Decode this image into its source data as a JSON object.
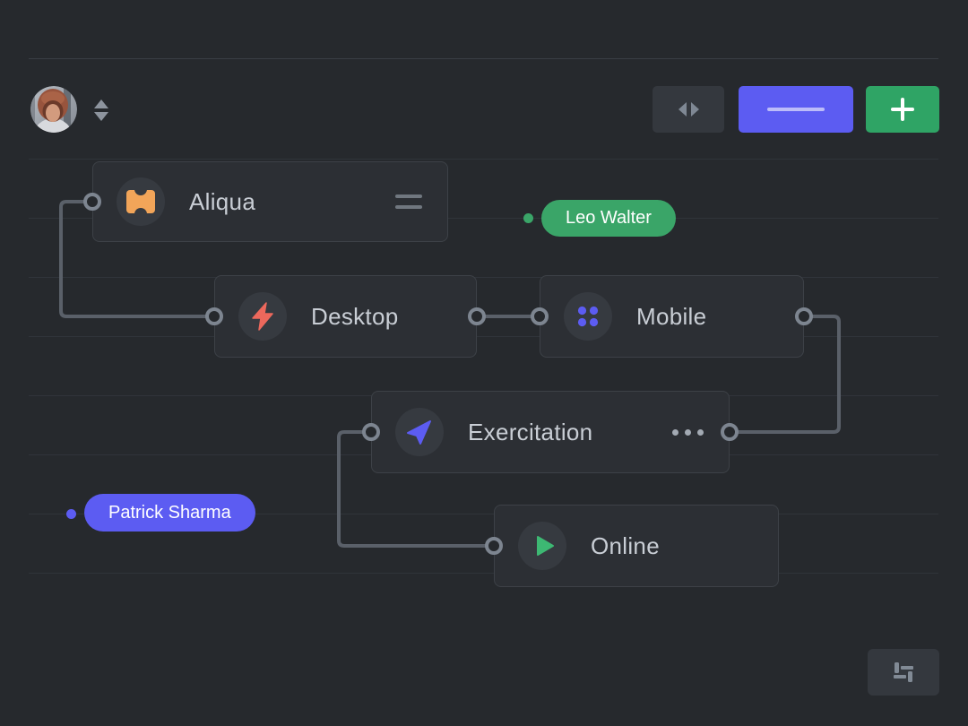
{
  "header": {
    "avatar": {
      "name": "user-avatar"
    },
    "sort_control": {
      "name": "collapse-sort-toggle"
    },
    "buttons": {
      "swap": {
        "icon": "split-arrows-icon",
        "bg": "#34383e"
      },
      "primary": {
        "icon": "dash-line-icon",
        "bg": "#5c5cf2"
      },
      "add": {
        "icon": "plus-icon",
        "bg": "#2fa465"
      }
    }
  },
  "canvas": {
    "nodes": [
      {
        "id": "aliqua",
        "label": "Aliqua",
        "icon": "ticket-icon",
        "icon_color": "#f2a559",
        "trailing": "drag-handle-icon",
        "ports": [
          "left"
        ]
      },
      {
        "id": "desktop",
        "label": "Desktop",
        "icon": "lightning-icon",
        "icon_color": "#ec685c",
        "ports": [
          "left",
          "right"
        ]
      },
      {
        "id": "mobile",
        "label": "Mobile",
        "icon": "dots-grid-icon",
        "icon_color": "#5c5cf2",
        "ports": [
          "left",
          "right"
        ]
      },
      {
        "id": "exercitation",
        "label": "Exercitation",
        "icon": "send-arrow-icon",
        "icon_color": "#5c5cf2",
        "trailing": "ellipsis-icon",
        "ports": [
          "left",
          "right"
        ]
      },
      {
        "id": "online",
        "label": "Online",
        "icon": "play-icon",
        "icon_color": "#3db873",
        "ports": [
          "left"
        ]
      }
    ],
    "badges": [
      {
        "id": "leo",
        "label": "Leo Walter",
        "color": "#3aa568"
      },
      {
        "id": "patrick",
        "label": "Patrick Sharma",
        "color": "#5c5cf2"
      }
    ],
    "connections": [
      {
        "from": "aliqua-left",
        "to": "desktop-left"
      },
      {
        "from": "desktop-right",
        "to": "mobile-left"
      },
      {
        "from": "mobile-right",
        "to": "exercitation-right"
      },
      {
        "from": "exercitation-left",
        "to": "online-left"
      }
    ],
    "footer_button": {
      "icon": "sliders-icon"
    }
  },
  "colors": {
    "background": "#26292d",
    "node_bg": "#2c2f34",
    "node_border": "#3d4147",
    "gridline": "#30343a",
    "connector": "#5a6069",
    "port_ring": "#7d8590",
    "label": "#c9ced5",
    "indigo": "#5c5cf2",
    "green": "#2fa465",
    "orange": "#f2a559",
    "red": "#ec685c"
  }
}
